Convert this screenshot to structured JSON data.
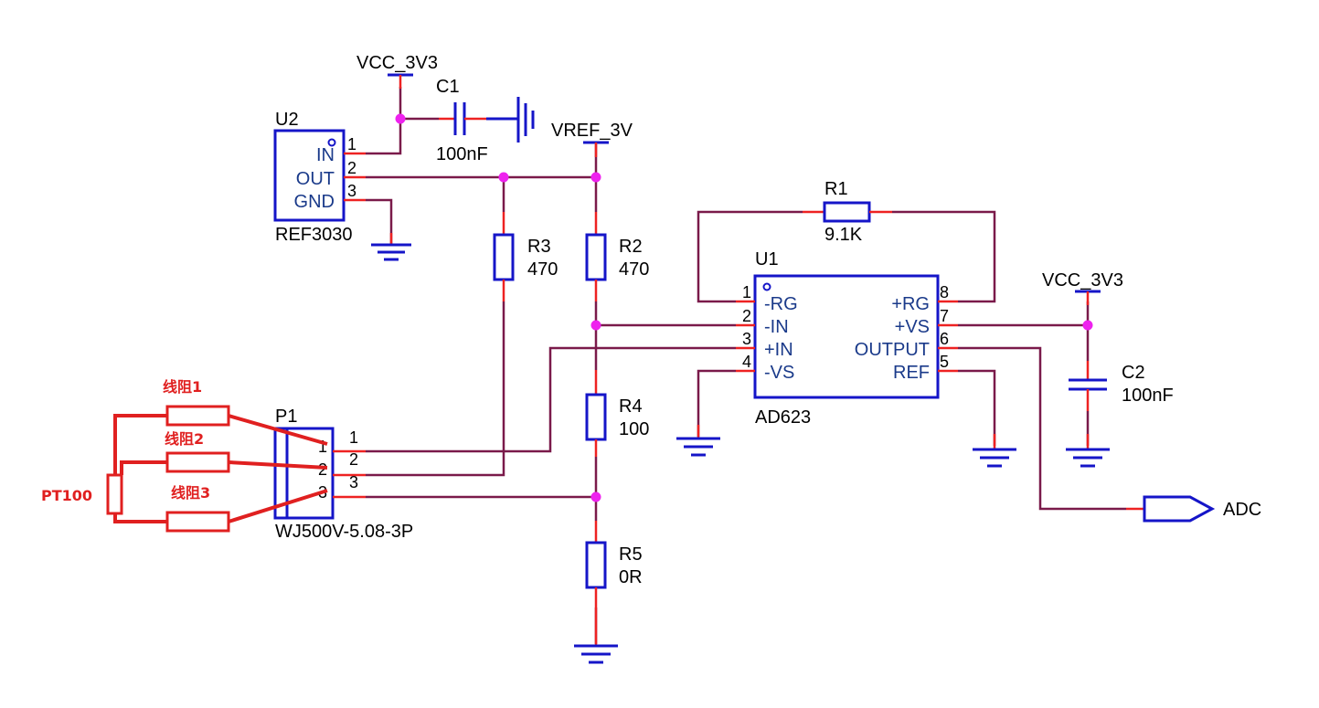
{
  "power": {
    "vcc_top": "VCC_3V3",
    "vcc_right": "VCC_3V3",
    "vref": "VREF_3V"
  },
  "u2": {
    "ref": "U2",
    "part": "REF3030",
    "pins": [
      {
        "num": "1",
        "name": "IN"
      },
      {
        "num": "2",
        "name": "OUT"
      },
      {
        "num": "3",
        "name": "GND"
      }
    ]
  },
  "c1": {
    "ref": "C1",
    "value": "100nF"
  },
  "c2": {
    "ref": "C2",
    "value": "100nF"
  },
  "r1": {
    "ref": "R1",
    "value": "9.1K"
  },
  "r2": {
    "ref": "R2",
    "value": "470"
  },
  "r3": {
    "ref": "R3",
    "value": "470"
  },
  "r4": {
    "ref": "R4",
    "value": "100"
  },
  "r5": {
    "ref": "R5",
    "value": "0R"
  },
  "u1": {
    "ref": "U1",
    "part": "AD623",
    "left_pins": [
      {
        "num": "1",
        "name": "-RG"
      },
      {
        "num": "2",
        "name": "-IN"
      },
      {
        "num": "3",
        "name": "+IN"
      },
      {
        "num": "4",
        "name": "-VS"
      }
    ],
    "right_pins": [
      {
        "num": "8",
        "name": "+RG"
      },
      {
        "num": "7",
        "name": "+VS"
      },
      {
        "num": "6",
        "name": "OUTPUT"
      },
      {
        "num": "5",
        "name": "REF"
      }
    ]
  },
  "p1": {
    "ref": "P1",
    "part": "WJ500V-5.08-3P",
    "inner_pins": [
      "1",
      "2",
      "3"
    ],
    "outer_pins": [
      "1",
      "2",
      "3"
    ]
  },
  "sensor": {
    "label": "PT100",
    "wires": [
      "线阻1",
      "线阻2",
      "线阻3"
    ]
  },
  "adc_port": "ADC",
  "colors": {
    "wire": "#7a1a4a",
    "pin": "#ee2222",
    "component": "#1515c8",
    "junction": "#ee22ee",
    "annotation": "#e02020"
  }
}
